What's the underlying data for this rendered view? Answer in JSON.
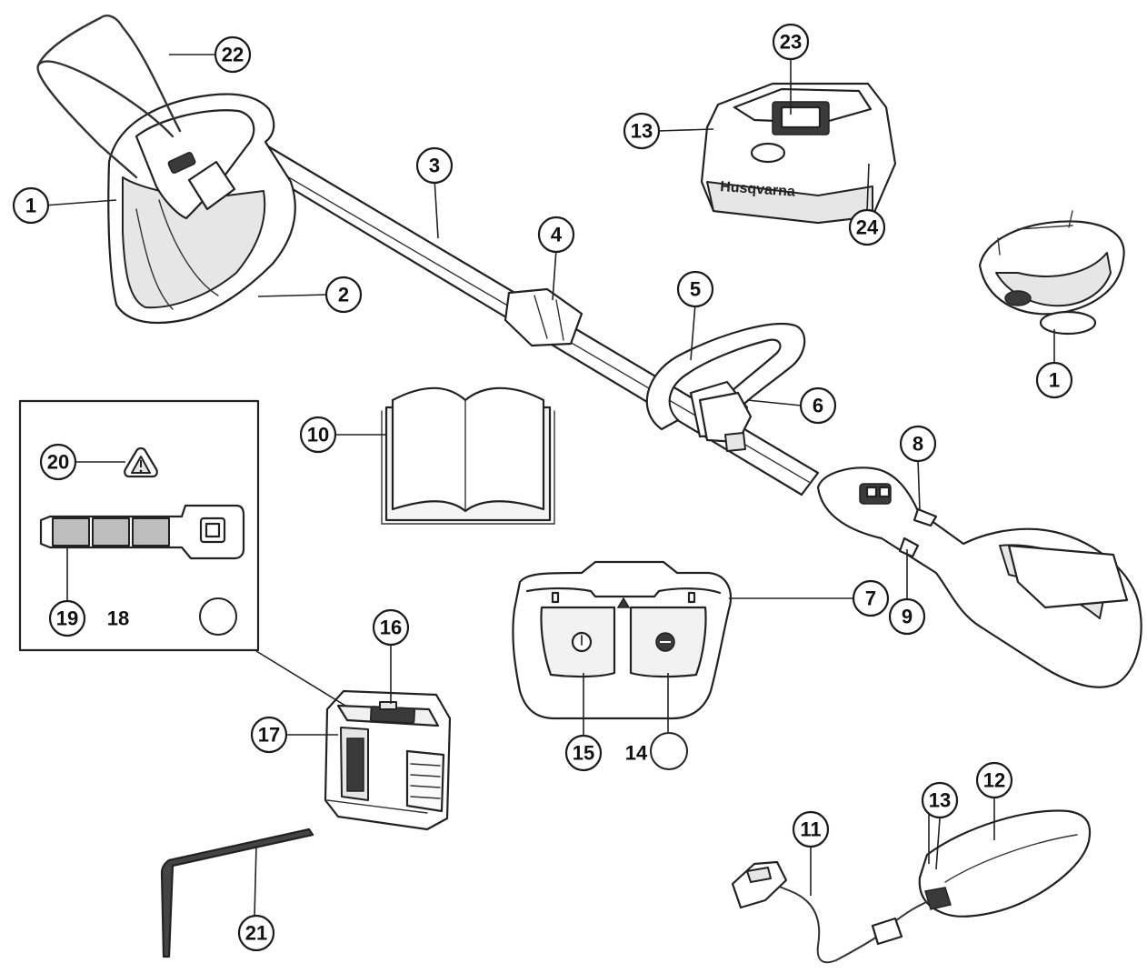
{
  "callouts": {
    "trimmer_head_left": "1",
    "guard": "2",
    "shaft": "3",
    "shaft_coupling": "4",
    "front_handle": "5",
    "handle_clamp": "6",
    "keypad": "7",
    "trigger_lockout": "8",
    "trigger": "9",
    "manual": "10",
    "charger_cable": "11",
    "charger_unit": "12",
    "charger_led_1": "13",
    "start_button_circle": "14",
    "power_button": "15",
    "battery_top": "16",
    "battery_release": "17",
    "battery_indicator": "18",
    "battery_led": "19",
    "warning_indicator": "20",
    "hex_key": "21",
    "wire_guard": "22",
    "charger_slot": "23",
    "charger_body": "24",
    "trimmer_head_right": "1",
    "charger_led_2": "13"
  },
  "charger_brand": "Husqvarna",
  "icons": [
    "warning-triangle-icon",
    "power-icon",
    "start-icon",
    "book-icon"
  ]
}
